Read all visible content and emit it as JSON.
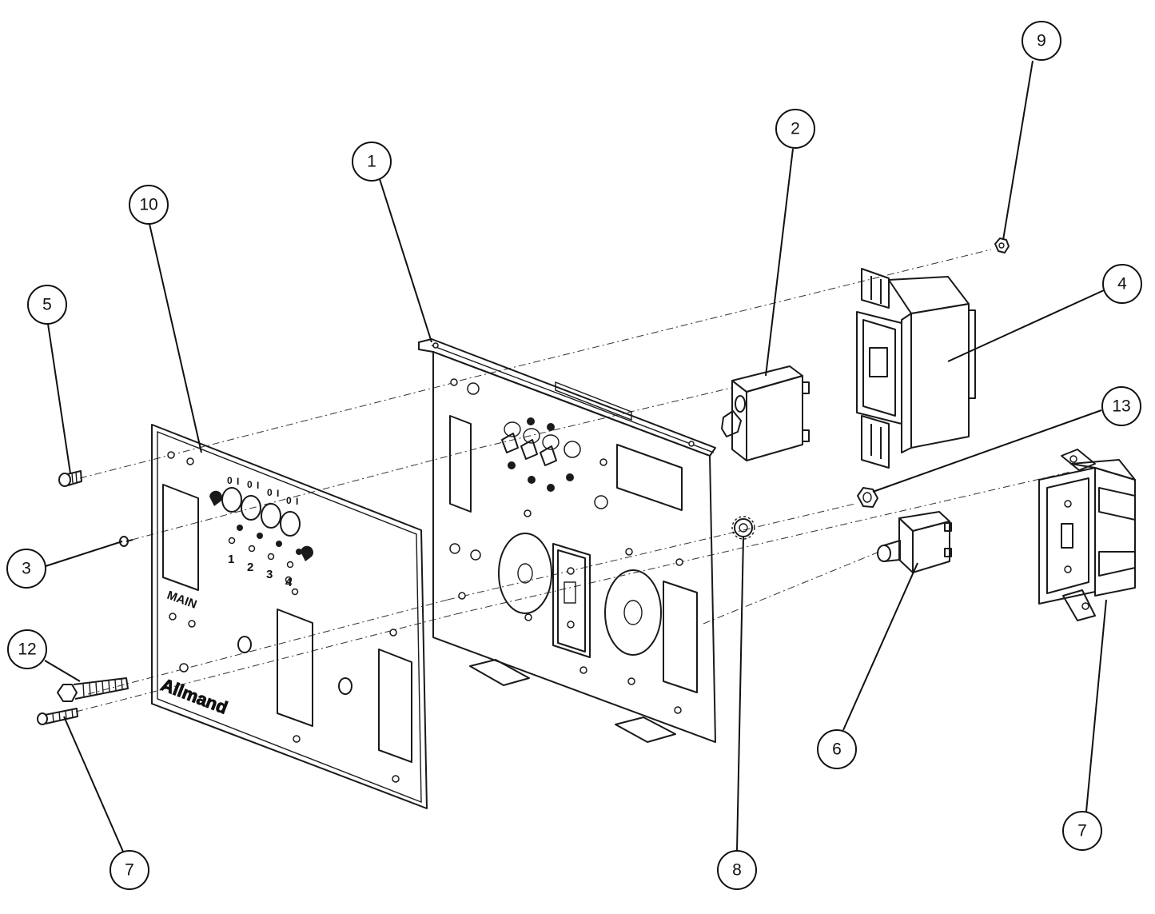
{
  "colors": {
    "line": "#1a1a1a",
    "background": "#ffffff",
    "part_fill": "#e6e6e6"
  },
  "panel_labels": {
    "main": "MAIN",
    "brand": "Allmand",
    "switch_positions": [
      "1",
      "2",
      "3",
      "4"
    ],
    "on_off_marks": [
      "0",
      "I",
      "0",
      "I",
      "0",
      "I",
      "0",
      "I"
    ]
  },
  "callouts": [
    {
      "id": "callout-1",
      "label": "1"
    },
    {
      "id": "callout-2",
      "label": "2"
    },
    {
      "id": "callout-3",
      "label": "3"
    },
    {
      "id": "callout-4",
      "label": "4"
    },
    {
      "id": "callout-5",
      "label": "5"
    },
    {
      "id": "callout-6",
      "label": "6"
    },
    {
      "id": "callout-7a",
      "label": "7"
    },
    {
      "id": "callout-7b",
      "label": "7"
    },
    {
      "id": "callout-8",
      "label": "8"
    },
    {
      "id": "callout-9",
      "label": "9"
    },
    {
      "id": "callout-10",
      "label": "10"
    },
    {
      "id": "callout-12",
      "label": "12"
    },
    {
      "id": "callout-13",
      "label": "13"
    }
  ]
}
